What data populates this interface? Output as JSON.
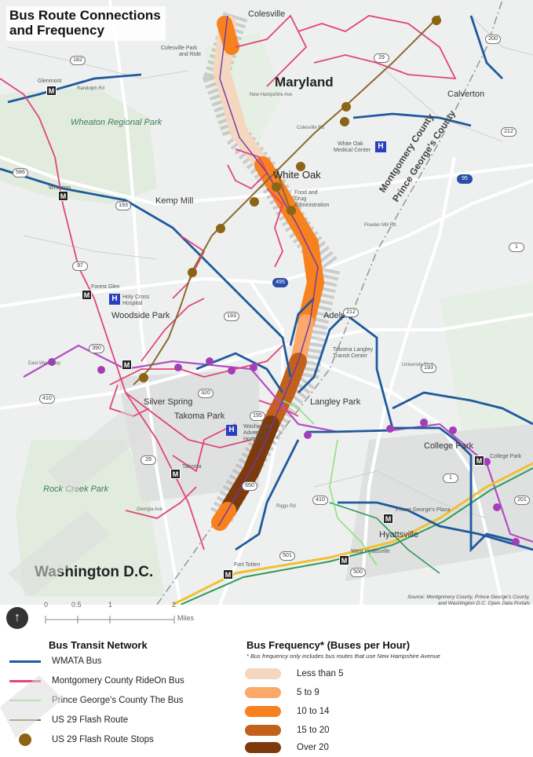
{
  "title": [
    "Bus Route Connections",
    "and Frequency"
  ],
  "places": {
    "colesville": "Colesville",
    "maryland": "Maryland",
    "calverton": "Calverton",
    "white_oak": "White Oak",
    "kemp_mill": "Kemp Mill",
    "woodside_park": "Woodside Park",
    "adelphi": "Adelphi",
    "silver_spring": "Silver Spring",
    "takoma_park": "Takoma Park",
    "langley_park": "Langley Park",
    "college_park": "College Park",
    "hyattsville": "Hyattsville",
    "washington_dc": "Washington D.C.",
    "wheaton_regional_park": "Wheaton Regional Park",
    "rock_creek_park": "Rock Creek Park",
    "montgomery_county": "Montgomery County",
    "prince_georges_county": "Prince George's County"
  },
  "small_labels": {
    "colesville_park_ride": [
      "Colesville Park",
      "and Ride"
    ],
    "glenmont": "Glenmont",
    "wheaton": "Wheaton",
    "white_oak_medical": [
      "White Oak",
      "Medical Center"
    ],
    "fda": [
      "Food and",
      "Drug",
      "Administration"
    ],
    "forest_glen": "Forest Glen",
    "holy_cross": [
      "Holy Cross",
      "Hospital"
    ],
    "langley_transit": [
      "Takoma Langley",
      "Transit Center"
    ],
    "washington_adventist": [
      "Washington",
      "Adventist",
      "Hospital"
    ],
    "takoma": "Takoma",
    "college_park_stn": "College Park",
    "pg_plaza": "Prince George's Plaza",
    "west_hyattsville": "West Hyattsville",
    "fort_totten": "Fort Totten",
    "east_west_hwy": "East-West Hwy",
    "randolph_rd": "Randolph Rd",
    "new_hampshire_ave": "New Hampshire Ave",
    "university_blvd": "University Blvd",
    "powder_mill_rd": "Powder Mill Rd",
    "colesville_rd": "Colesville Rd",
    "georgia_ave": "Georgia Ave",
    "riggs_rd": "Riggs Rd"
  },
  "shields": [
    "200",
    "29",
    "182",
    "212",
    "95",
    "586",
    "193",
    "97",
    "1",
    "495",
    "193",
    "390",
    "212",
    "410",
    "193",
    "320",
    "195",
    "29",
    "650",
    "410",
    "1",
    "201",
    "501",
    "500"
  ],
  "source": [
    "Source: Montgomery County, Prince George's County,",
    "and Washington D.C. Open Data Portals"
  ],
  "scale": {
    "ticks": [
      "0",
      "0.5",
      "1",
      "2"
    ],
    "unit": "Miles",
    "north_icon": "north-arrow-icon"
  },
  "legend_network": {
    "heading": "Bus Transit Network",
    "items": [
      {
        "label": "WMATA Bus",
        "color": "#1f5a9c",
        "kind": "line"
      },
      {
        "label": "Montgomery County RideOn Bus",
        "color": "#e0457b",
        "kind": "line"
      },
      {
        "label": "Prince George's County The Bus",
        "color": "#8fe07e",
        "kind": "line"
      },
      {
        "label": "US 29 Flash Route",
        "color": "#8c6a2c",
        "kind": "line"
      },
      {
        "label": "US 29 Flash Route Stops",
        "color": "#8b6416",
        "kind": "dot"
      }
    ]
  },
  "legend_frequency": {
    "heading": "Bus Frequency* (Buses per Hour)",
    "note": "* Bus frequency only includes bus routes that use New Hampshire Avenue",
    "items": [
      {
        "label": "Less than 5",
        "color": "#f5d6be"
      },
      {
        "label": "5 to 9",
        "color": "#fba86a"
      },
      {
        "label": "10 to 14",
        "color": "#f7801f"
      },
      {
        "label": "15 to 20",
        "color": "#c2601c"
      },
      {
        "label": "Over 20",
        "color": "#7d3b0c"
      }
    ]
  },
  "colors": {
    "wmata": "#1f5a9c",
    "rideon": "#e0457b",
    "thebus": "#8fe07e",
    "flash": "#8c6a2c",
    "metro_purple": "#b34ec2",
    "metro_yellow": "#f0c030",
    "metro_green": "#2f9a5a"
  }
}
